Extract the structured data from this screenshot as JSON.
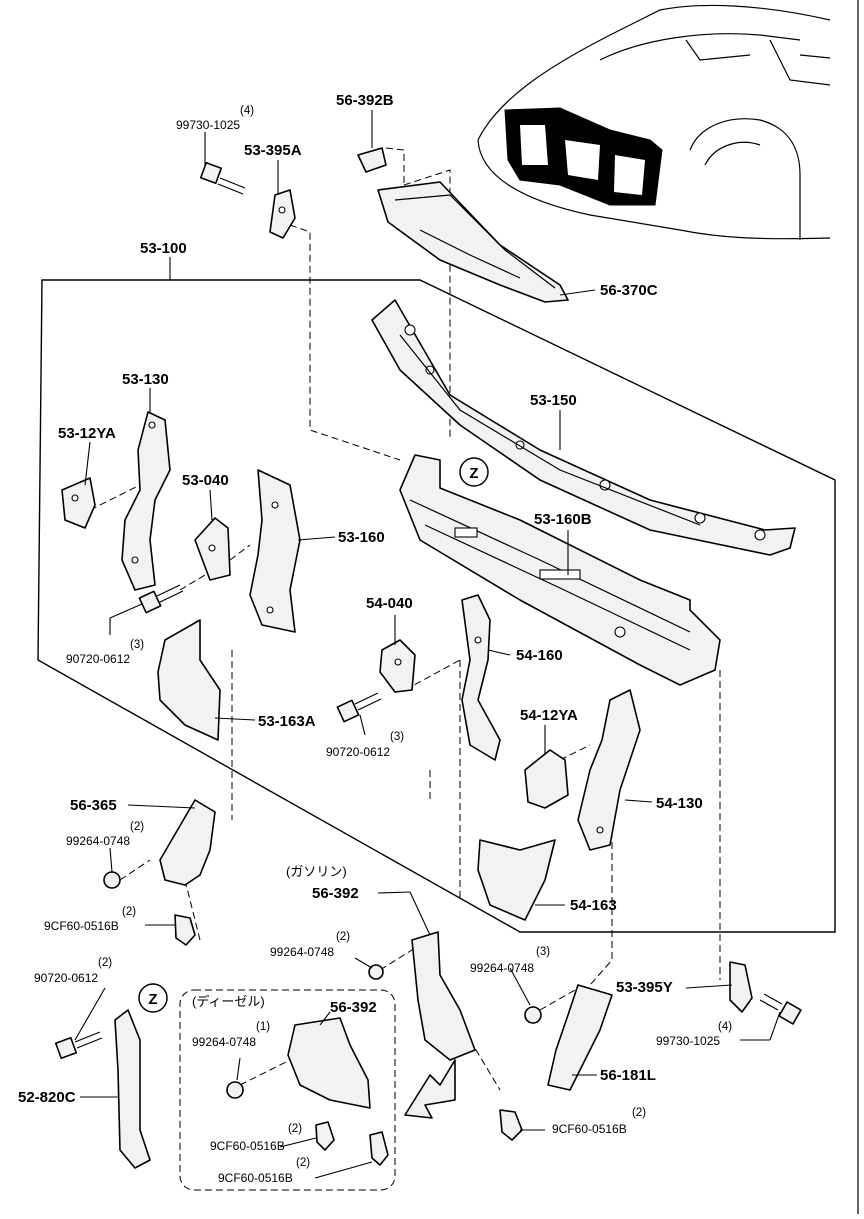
{
  "labels": {
    "p99730_1025_top": "99730-1025",
    "q99730_1025_top": "(4)",
    "p56_392B": "56-392B",
    "p53_395A": "53-395A",
    "p53_100": "53-100",
    "p56_370C": "56-370C",
    "p53_130": "53-130",
    "p53_12YA": "53-12YA",
    "p53_150": "53-150",
    "p53_040": "53-040",
    "z_top": "Z",
    "p53_160": "53-160",
    "p53_160B": "53-160B",
    "p90720_0612_left": "90720-0612",
    "q90720_0612_left": "(3)",
    "p54_040": "54-040",
    "p54_160": "54-160",
    "p53_163A": "53-163A",
    "p90720_0612_mid": "90720-0612",
    "q90720_0612_mid": "(3)",
    "p54_12YA": "54-12YA",
    "p56_365": "56-365",
    "p99264_0748_left": "99264-0748",
    "q99264_0748_left": "(2)",
    "p54_130": "54-130",
    "gasoline": "(ガソリン)",
    "p56_392_gas": "56-392",
    "p9CF60_0516B_left": "9CF60-0516B",
    "q9CF60_0516B_left": "(2)",
    "p54_163": "54-163",
    "p99264_0748_mid": "99264-0748",
    "q99264_0748_mid": "(2)",
    "p99264_0748_right": "99264-0748",
    "q99264_0748_right": "(3)",
    "p90720_0612_low": "90720-0612",
    "q90720_0612_low": "(2)",
    "z_bottom": "Z",
    "diesel": "(ディーゼル)",
    "p56_392_diesel": "56-392",
    "p53_395Y": "53-395Y",
    "p99730_1025_right": "99730-1025",
    "q99730_1025_right": "(4)",
    "p99264_0748_diesel": "99264-0748",
    "q99264_0748_diesel": "(1)",
    "p52_820C": "52-820C",
    "p56_181L": "56-181L",
    "p9CF60_0516B_d1": "9CF60-0516B",
    "q9CF60_0516B_d1": "(2)",
    "p9CF60_0516B_d2": "9CF60-0516B",
    "q9CF60_0516B_d2": "(2)",
    "p9CF60_0516B_right": "9CF60-0516B",
    "q9CF60_0516B_right": "(2)"
  }
}
